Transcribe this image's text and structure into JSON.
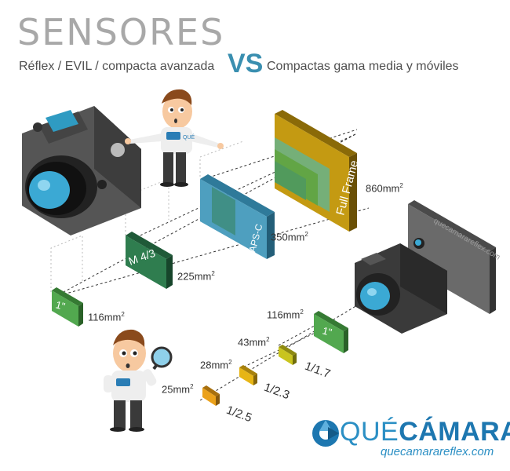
{
  "header": {
    "title": "SENSORES",
    "left_subtitle": "Réflex / EVIL / compacta avanzada",
    "vs": "VS",
    "right_subtitle": "Compactas gama media y móviles"
  },
  "sensors_large": [
    {
      "name": "Full Frame",
      "area": "860mm",
      "color": "#c49a12"
    },
    {
      "name": "APS-C",
      "area": "350mm",
      "color": "#4e9fbf"
    },
    {
      "name": "M 4/3",
      "area": "225mm",
      "color": "#2f7d4f"
    },
    {
      "name": "1\"",
      "area": "116mm",
      "color": "#52a84f"
    }
  ],
  "sensors_small": [
    {
      "name": "1\"",
      "area": "116mm",
      "color": "#52a84f"
    },
    {
      "name": "1/1.7",
      "area": "43mm",
      "color": "#c9c41e"
    },
    {
      "name": "1/2.3",
      "area": "28mm",
      "color": "#e7b515"
    },
    {
      "name": "1/2.5",
      "area": "25mm",
      "color": "#eba11a"
    }
  ],
  "area_superscript": "2",
  "phone_text": "quecamarareflex.com",
  "shirt_text": "QUÉ",
  "brand": {
    "part1": "QUÉ",
    "part2": "CÁMARA",
    "domain": "quecamarareflex.com",
    "color": "#1d77b0"
  }
}
